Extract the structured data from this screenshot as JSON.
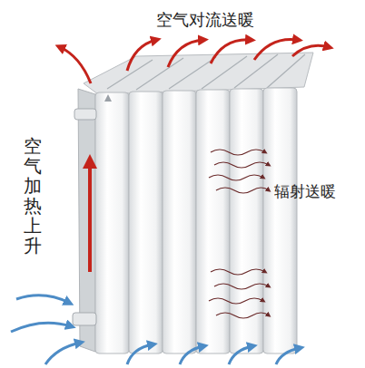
{
  "diagram": {
    "labels": [
      "空气对流送暖",
      "空气加热上升",
      "辐射送暖"
    ]
  }
}
